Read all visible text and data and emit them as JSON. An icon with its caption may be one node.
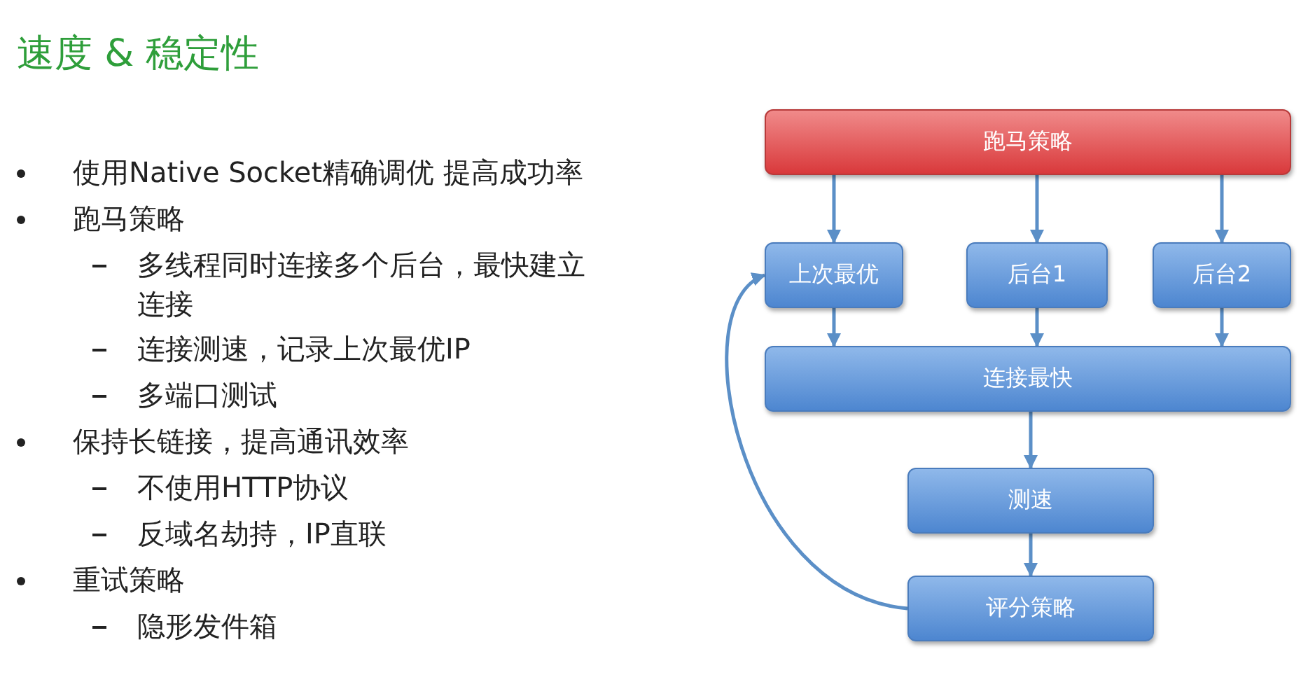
{
  "diagram": {
    "title": "速度 & 稳定性",
    "nodes": [
      {
        "text": [
          "跑马策略"
        ]
      },
      {
        "text": [
          "上次最优"
        ]
      },
      {
        "text": [
          "后台1"
        ]
      },
      {
        "text": [
          "后台2"
        ]
      },
      {
        "text": [
          "连接最快"
        ]
      },
      {
        "text": [
          "测速"
        ]
      },
      {
        "text": [
          "评分策略"
        ]
      }
    ],
    "edges": [
      {
        "from": 0,
        "to": 1,
        "arrow": "to"
      },
      {
        "from": 0,
        "to": 2,
        "arrow": "to"
      },
      {
        "from": 0,
        "to": 3,
        "arrow": "to"
      },
      {
        "from": 1,
        "to": 4,
        "arrow": "to"
      },
      {
        "from": 2,
        "to": 4,
        "arrow": "to"
      },
      {
        "from": 3,
        "to": 4,
        "arrow": "to"
      },
      {
        "from": 4,
        "to": 5,
        "arrow": "to"
      },
      {
        "from": 5,
        "to": 6,
        "arrow": "to"
      },
      {
        "from": 6,
        "to": 1,
        "arrow": "to"
      }
    ],
    "labels": [
      "使用Native Socket精确调优 提高成功率",
      "跑马策略",
      "多线程同时连接多个后台，最快建立连接",
      "连接测速，记录上次最优IP",
      "多端口测试",
      "保持长链接，提高通讯效率",
      "不使用HTTP协议",
      "反域名劫持，IP直联",
      "重试策略",
      "隐形发件箱"
    ]
  }
}
